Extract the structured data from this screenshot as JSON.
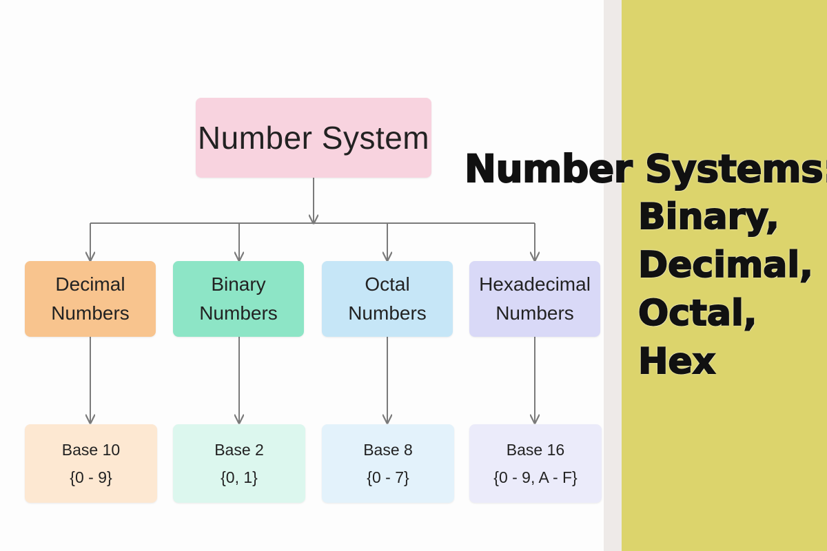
{
  "diagram": {
    "root": {
      "label": "Number System"
    },
    "types": [
      {
        "line1": "Decimal",
        "line2": "Numbers",
        "base": "Base 10",
        "digits": "{0 - 9}",
        "color": "#f8c48e",
        "light_color": "#fde8d2"
      },
      {
        "line1": "Binary",
        "line2": "Numbers",
        "base": "Base 2",
        "digits": "{0, 1}",
        "color": "#8de5c6",
        "light_color": "#dcf7ee"
      },
      {
        "line1": "Octal",
        "line2": "Numbers",
        "base": "Base 8",
        "digits": "{0 - 7}",
        "color": "#c6e6f7",
        "light_color": "#e3f2fb"
      },
      {
        "line1": "Hexadecimal",
        "line2": "Numbers",
        "base": "Base 16",
        "digits": "{0 - 9, A - F}",
        "color": "#d9d9f7",
        "light_color": "#ebebfa"
      }
    ]
  },
  "title": {
    "main": "Number Systems:",
    "items": [
      "Binary,",
      "Decimal,",
      "Octal,",
      "Hex"
    ]
  },
  "colors": {
    "root": "#f8d3df",
    "panel": "#dcd46c",
    "connector": "#7a7a7a"
  }
}
